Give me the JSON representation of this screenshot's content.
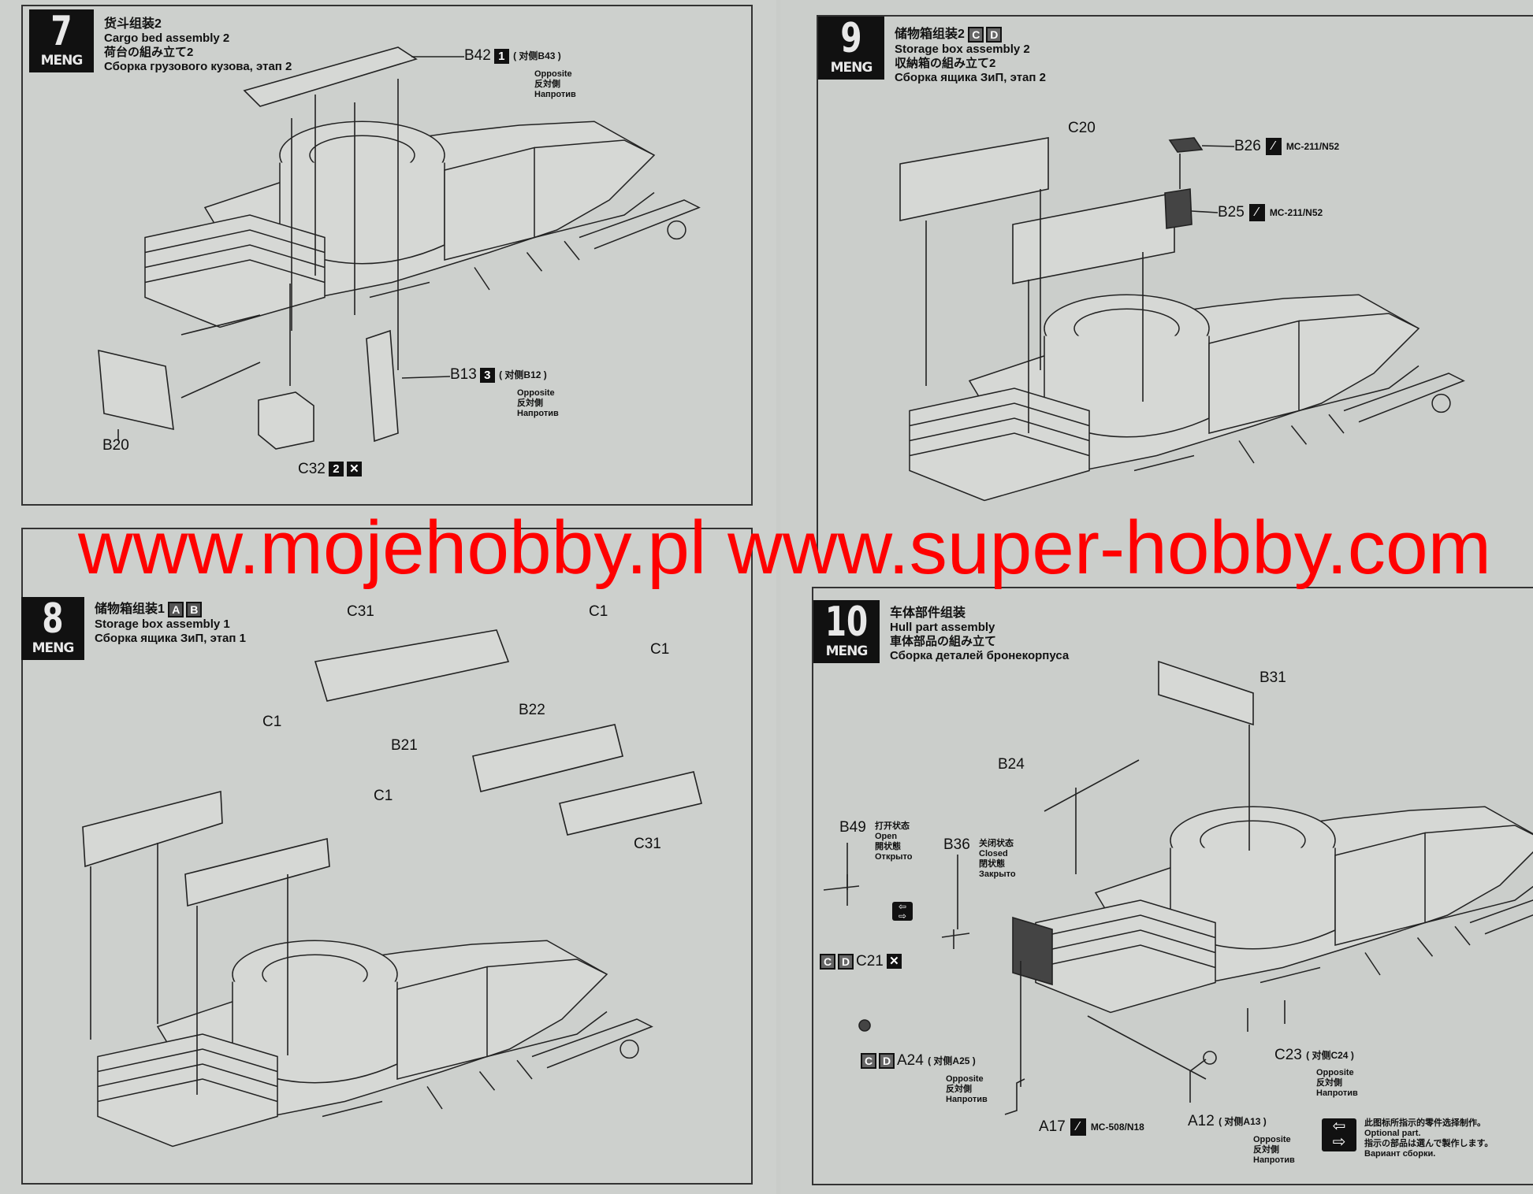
{
  "steps": {
    "s7": {
      "number": "7",
      "brand": "MENG",
      "title_zh": "货斗组装2",
      "title_en": "Cargo bed assembly 2",
      "title_ja": "荷台の組み立て2",
      "title_ru": "Сборка грузового кузова, этап 2",
      "parts": {
        "b42": "B42",
        "b42_num": "1",
        "b42_note": "( 对侧B43 )",
        "b13": "B13",
        "b13_num": "3",
        "b13_note": "( 对侧B12 )",
        "b20": "B20",
        "c32": "C32",
        "c32_num": "2"
      },
      "opposite": {
        "en": "Opposite",
        "ja": "反対側",
        "ru": "Напротив"
      }
    },
    "s8": {
      "number": "8",
      "brand": "MENG",
      "title_zh": "储物箱组装1",
      "sq1": "A",
      "sq2": "B",
      "title_en": "Storage box assembly 1",
      "title_ru": "Сборка ящика ЗиП, этап 1",
      "parts": {
        "c31a": "C31",
        "c1a": "C1",
        "c1b": "C1",
        "c1c": "C1",
        "b21": "B21",
        "b22": "B22",
        "c1d": "C1",
        "c31b": "C31"
      }
    },
    "s9": {
      "number": "9",
      "brand": "MENG",
      "title_zh": "储物箱组装2",
      "sq1": "C",
      "sq2": "D",
      "title_en": "Storage box assembly 2",
      "title_ja": "収納箱の組み立て2",
      "title_ru": "Сборка ящика ЗиП, этап 2",
      "parts": {
        "c20": "C20",
        "b26": "B26",
        "b26_paint": "MC-211/N52",
        "b25": "B25",
        "b25_paint": "MC-211/N52"
      }
    },
    "s10": {
      "number": "10",
      "brand": "MENG",
      "title_zh": "车体部件组装",
      "title_en": "Hull part assembly",
      "title_ja": "車体部品の組み立て",
      "title_ru": "Сборка деталей бронекорпуса",
      "parts": {
        "b31": "B31",
        "b24": "B24",
        "b49": "B49",
        "b49_zh": "打开状态",
        "b49_en": "Open",
        "b49_ja": "開状態",
        "b49_ru": "Открыто",
        "b36": "B36",
        "b36_zh": "关闭状态",
        "b36_en": "Closed",
        "b36_ja": "閉状態",
        "b36_ru": "Закрыто",
        "c21_sq1": "C",
        "c21_sq2": "D",
        "c21": "C21",
        "a24_sq1": "C",
        "a24_sq2": "D",
        "a24": "A24",
        "a24_note": "( 对侧A25 )",
        "a17": "A17",
        "a17_paint": "MC-508/N18",
        "a12": "A12",
        "a12_note": "( 对侧A13 )",
        "c23": "C23",
        "c23_note": "( 对侧C24 )"
      },
      "optional": {
        "zh": "此图标所指示的零件选择制作。",
        "en": "Optional part.",
        "ja": "指示の部品は選んで製作します。",
        "ru": "Вариант сборки."
      }
    }
  },
  "watermark": "www.mojehobby.pl www.super-hobby.com",
  "colors": {
    "watermark": "#ff0000",
    "badge": "#111111",
    "paper": "#cdd0cd"
  }
}
